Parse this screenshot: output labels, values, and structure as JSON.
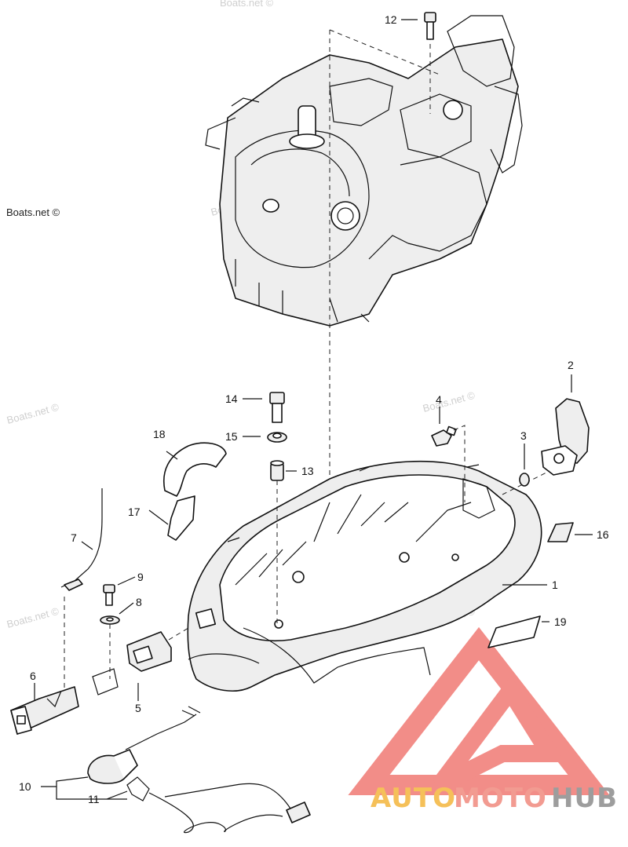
{
  "watermarks": {
    "main": "Boats.net ©",
    "faint": "Boats.net ©"
  },
  "callouts": [
    {
      "id": "c1",
      "label": "1"
    },
    {
      "id": "c2",
      "label": "2"
    },
    {
      "id": "c3",
      "label": "3"
    },
    {
      "id": "c4",
      "label": "4"
    },
    {
      "id": "c5",
      "label": "5"
    },
    {
      "id": "c6",
      "label": "6"
    },
    {
      "id": "c7",
      "label": "7"
    },
    {
      "id": "c8",
      "label": "8"
    },
    {
      "id": "c9",
      "label": "9"
    },
    {
      "id": "c10",
      "label": "10"
    },
    {
      "id": "c11",
      "label": "11"
    },
    {
      "id": "c12",
      "label": "12"
    },
    {
      "id": "c13",
      "label": "13"
    },
    {
      "id": "c14",
      "label": "14"
    },
    {
      "id": "c15",
      "label": "15"
    },
    {
      "id": "c16",
      "label": "16"
    },
    {
      "id": "c17",
      "label": "17"
    },
    {
      "id": "c18",
      "label": "18"
    },
    {
      "id": "c19",
      "label": "19"
    }
  ],
  "brand_logo": {
    "text_auto": "AUTO",
    "text_moto": "MOTO",
    "text_hub": "HUB",
    "colors": {
      "auto": "#f4b63d",
      "moto": "#f08a7e",
      "hub": "#8c8c8c",
      "triangle": "#f07a74"
    }
  }
}
